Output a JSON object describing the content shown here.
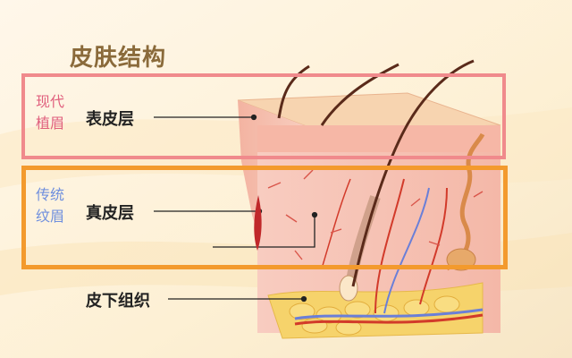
{
  "title": "皮肤结构",
  "boxes": {
    "epidermis_box": {
      "side_label_line1": "现代",
      "side_label_line2": "植眉",
      "color": "#f08a8c"
    },
    "dermis_box": {
      "side_label_line1": "传统",
      "side_label_line2": "纹眉",
      "color": "#f39a2d"
    }
  },
  "labels": {
    "epidermis": "表皮层",
    "dermis": "真皮层",
    "subcutaneous": "皮下组织"
  },
  "colors": {
    "background": "#fdf6e8",
    "skin": "#f6c3b6",
    "fat": "#f6d36b",
    "hair": "#5a2a1a",
    "vessel_red": "#d23a2a",
    "vessel_blue": "#6a7fd8"
  }
}
